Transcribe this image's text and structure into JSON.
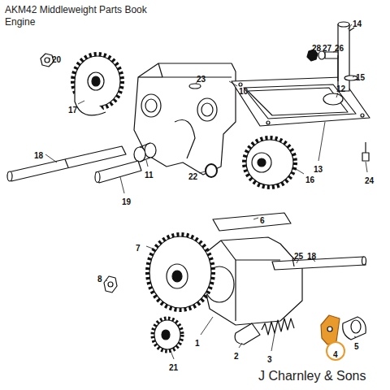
{
  "diagram": {
    "labels": [
      "AKM42 Middleweight Parts Book",
      "Engine",
      "20",
      "17",
      "18",
      "23",
      "10",
      "14",
      "28",
      "27",
      "26",
      "15",
      "12",
      "24",
      "13",
      "16",
      "22",
      "11",
      "19",
      "6",
      "7",
      "8",
      "25",
      "18",
      "1",
      "2",
      "3",
      "4",
      "5",
      "21",
      "J Charnley & Sons"
    ]
  }
}
